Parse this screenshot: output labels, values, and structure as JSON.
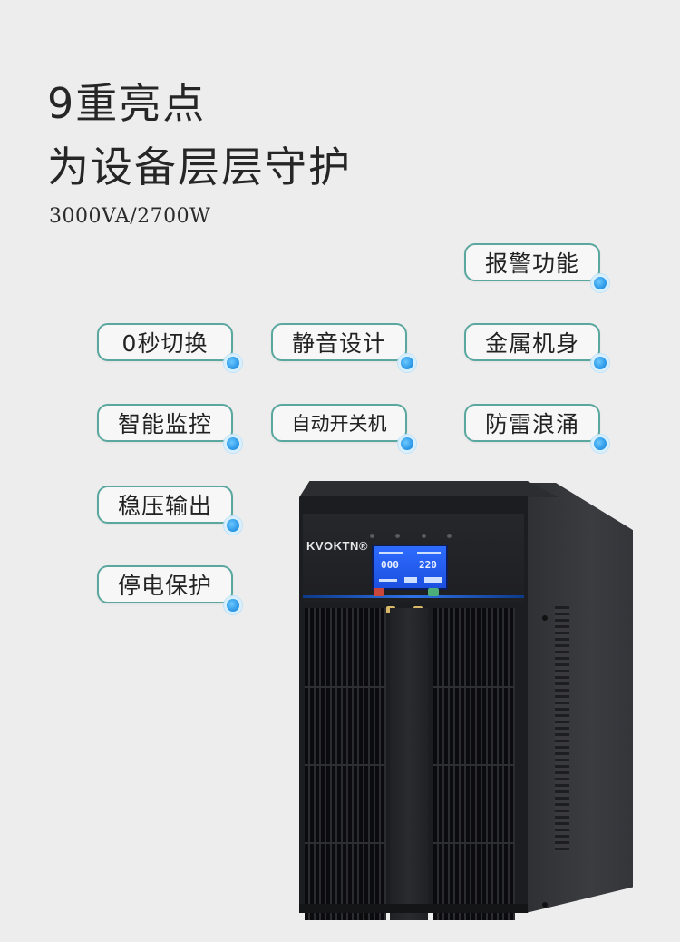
{
  "headline": {
    "line1": "9重亮点",
    "line2": "为设备层层守护",
    "spec": "3000VA/2700W"
  },
  "features": [
    {
      "label": "报警功能"
    },
    {
      "label": "0秒切换"
    },
    {
      "label": "静音设计"
    },
    {
      "label": "金属机身"
    },
    {
      "label": "智能监控"
    },
    {
      "label": "自动开关机"
    },
    {
      "label": "防雷浪涌"
    },
    {
      "label": "稳压输出"
    },
    {
      "label": "停电保护"
    }
  ],
  "product": {
    "brand": "KVOKTN®",
    "lcd_left": "000",
    "lcd_right": "220"
  },
  "colors": {
    "background": "#ededed",
    "pill_border": "#5aa7a0",
    "dot": "#2f9ae8",
    "lcd": "#2d6cff"
  }
}
